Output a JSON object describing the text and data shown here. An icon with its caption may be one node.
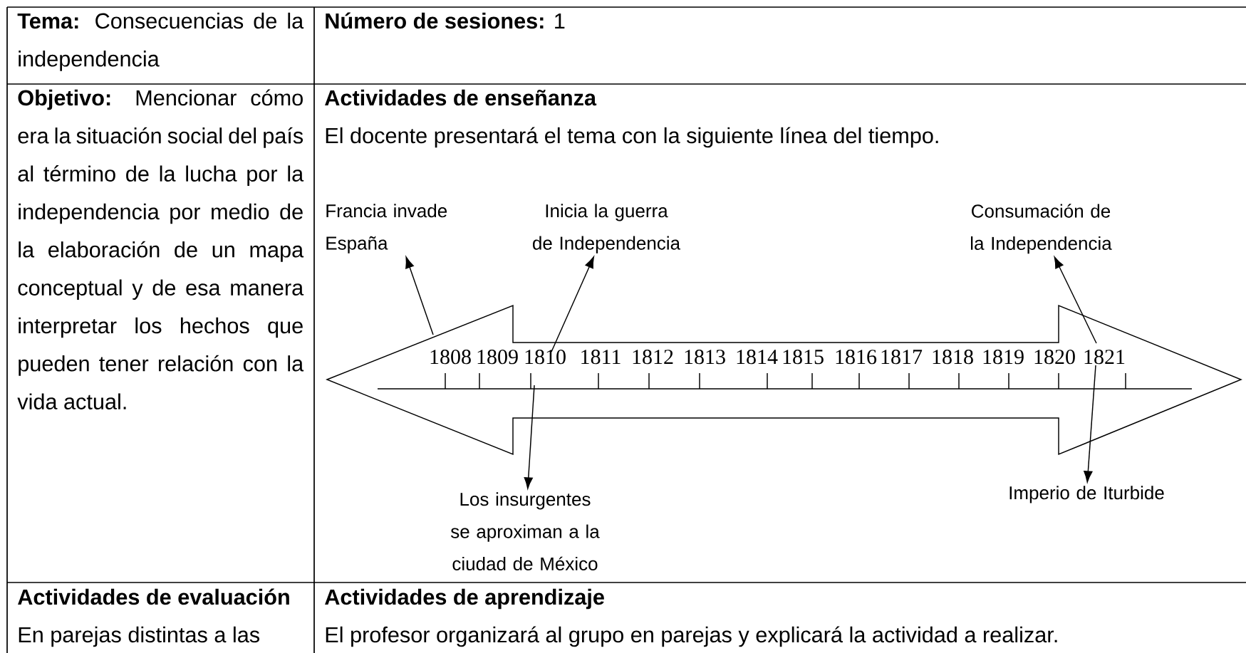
{
  "diagram": {
    "nodes": [
      {
        "text": [],
        "shape": "arrow"
      },
      {
        "text": [
          "Francia invade España"
        ]
      },
      {
        "text": [
          "Inicia la guerra de Independencia"
        ]
      },
      {
        "text": [
          "Consumación de la Independencia"
        ]
      },
      {
        "text": [
          "Los insurgentes se aproximan a la ciudad de México"
        ]
      },
      {
        "text": [
          "Imperio de Iturbide"
        ]
      }
    ],
    "edges": [
      {
        "from": 0,
        "to": 1,
        "arrow": "to"
      },
      {
        "from": 0,
        "to": 2,
        "arrow": "to"
      },
      {
        "from": 0,
        "to": 3,
        "arrow": "to"
      },
      {
        "from": 0,
        "to": 4,
        "arrow": "to"
      },
      {
        "from": 0,
        "to": 5,
        "arrow": "to"
      }
    ],
    "labels": [
      "**Tema:** Consecuencias de la independencia",
      "**Número de sesiones:** 1",
      "**Objetivo:** Mencionar cómo era la situación social del país al término de la lucha por la independencia por medio de la elaboración de un mapa conceptual y de esa manera interpretar los hechos que pueden tener relación con la vida actual.",
      "Actividades de enseñanza",
      "El docente presentará el tema con la siguiente línea del tiempo.",
      "1808",
      "1809",
      "1810",
      "1811",
      "1812",
      "1813",
      "1814",
      "1815",
      "1816",
      "1817",
      "1818",
      "1819",
      "1820",
      "1821",
      "Actividades de evaluación",
      "En parejas distintas a las",
      "Actividades de aprendizaje",
      "El profesor organizará al grupo en parejas y explicará la actividad a realizar."
    ]
  }
}
